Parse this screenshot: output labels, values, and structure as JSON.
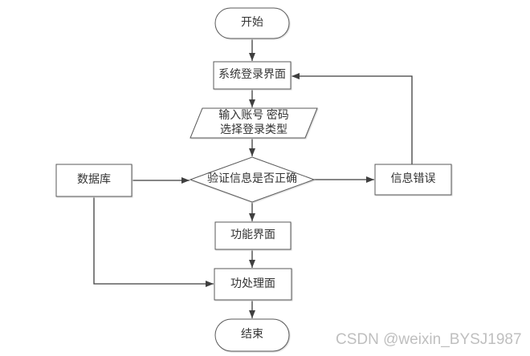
{
  "diagram": {
    "title": "login-system-flowchart",
    "nodes": {
      "start": {
        "label": "开始",
        "type": "terminator"
      },
      "login": {
        "label": "系统登录界面",
        "type": "process"
      },
      "input": {
        "line1": "输入账号 密码",
        "line2": "选择登录类型",
        "type": "input-parallelogram"
      },
      "verify": {
        "label": "验证信息是否正确",
        "type": "decision"
      },
      "database": {
        "label": "数据库",
        "type": "process"
      },
      "error": {
        "label": "信息错误",
        "type": "process"
      },
      "function": {
        "label": "功能界面",
        "type": "process"
      },
      "process": {
        "label": "功处理面",
        "type": "process"
      },
      "end": {
        "label": "结束",
        "type": "terminator"
      }
    },
    "colors": {
      "shape_stroke": "#595959",
      "shape_fill": "#ffffff",
      "edge": "#3f3f3f",
      "text": "#333333",
      "shadow": "#d6d6d6"
    }
  },
  "watermark": {
    "text": "CSDN @weixin_BYSJ1987",
    "color": "#bfbfbf"
  }
}
